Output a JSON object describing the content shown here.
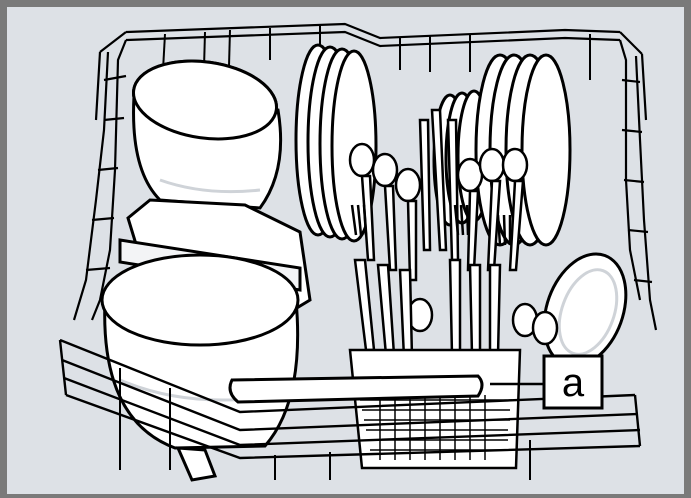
{
  "figure": {
    "callout_label": "a",
    "frame_color": "#7a7a7a",
    "background_color": "#dde1e6",
    "wire_color": "#000000",
    "dish_fill": "#ffffff",
    "basket_accent": "#cfd3d8"
  },
  "subjects": [
    "dishwasher-lower-basket",
    "bowls",
    "plates",
    "cutlery-basket",
    "cutlery"
  ]
}
